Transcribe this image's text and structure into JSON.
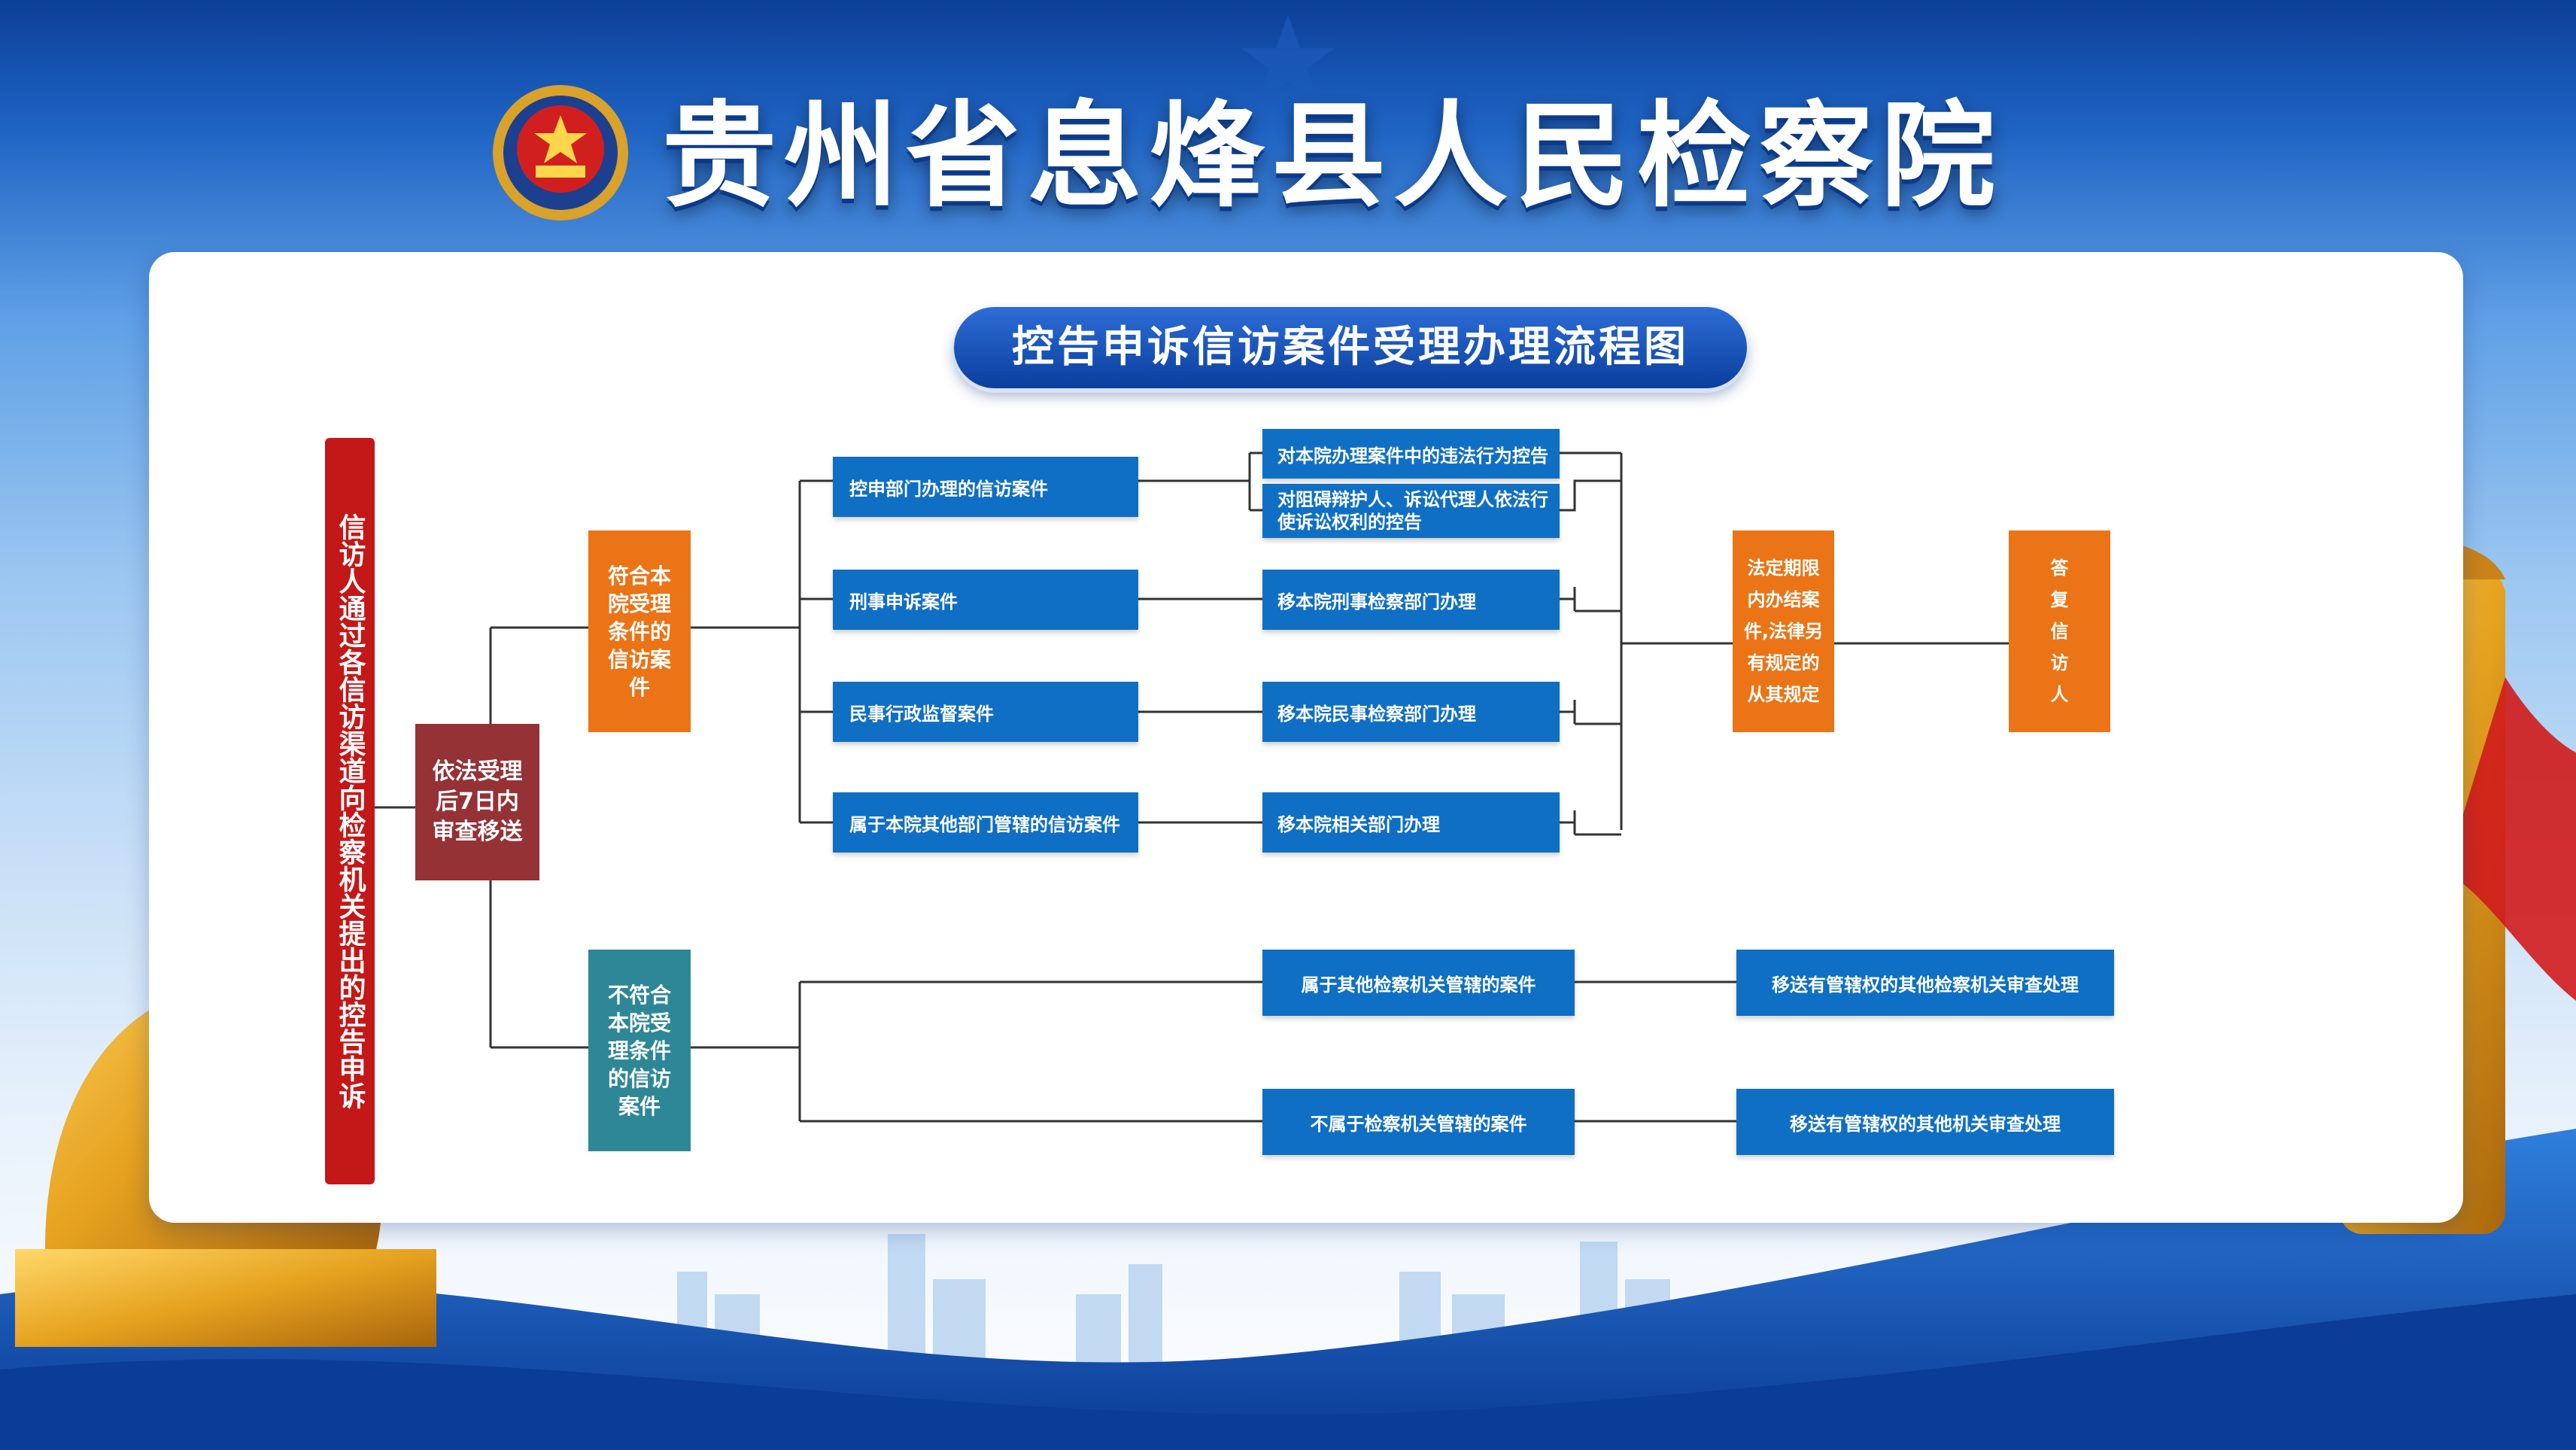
{
  "header": {
    "title": "贵州省息烽县人民检察院",
    "emblem_icon": "procuratorate-emblem-icon"
  },
  "flowchart": {
    "title": "控告申诉信访案件受理办理流程图",
    "start": "信访人通过各信访渠道向检察机关提出的控告申诉",
    "review": [
      "依法受理",
      "后7日内",
      "审查移送"
    ],
    "eligible": [
      "符合本",
      "院受理",
      "条件的",
      "信访案",
      "件"
    ],
    "ineligible": [
      "不符合",
      "本院受",
      "理条件",
      "的信访",
      "案件"
    ],
    "case_types": [
      "控申部门办理的信访案件",
      "刑事申诉案件",
      "民事行政监督案件",
      "属于本院其他部门管辖的信访案件"
    ],
    "handling": {
      "complaint_a": "对本院办理案件中的违法行为控告",
      "complaint_b": [
        "对阻碍辩护人、诉讼代理人依法行",
        "使诉讼权利的控告"
      ],
      "criminal": "移本院刑事检察部门办理",
      "civil": "移本院民事检察部门办理",
      "other_dept": "移本院相关部门办理"
    },
    "deadline": [
      "法定期限",
      "内办结案",
      "件,法律另",
      "有规定的",
      "从其规定"
    ],
    "reply": [
      "答",
      "复",
      "信",
      "访",
      "人"
    ],
    "other_org": {
      "case": "属于其他检察机关管辖的案件",
      "action": "移送有管辖权的其他检察机关审查处理"
    },
    "non_procuratorate": {
      "case": "不属于检察机关管辖的案件",
      "action": "移送有管辖权的其他机关审查处理"
    }
  },
  "colors": {
    "blue_box": "#0f6fc4",
    "orange_box": "#ea7416",
    "teal_box": "#2e8797",
    "maroon_box": "#943236",
    "red_box": "#c41717",
    "connector": "#333333"
  },
  "decor": [
    "stone-lion-icon",
    "huabiao-pillar-icon",
    "city-skyline-icon",
    "red-ribbon-icon"
  ]
}
